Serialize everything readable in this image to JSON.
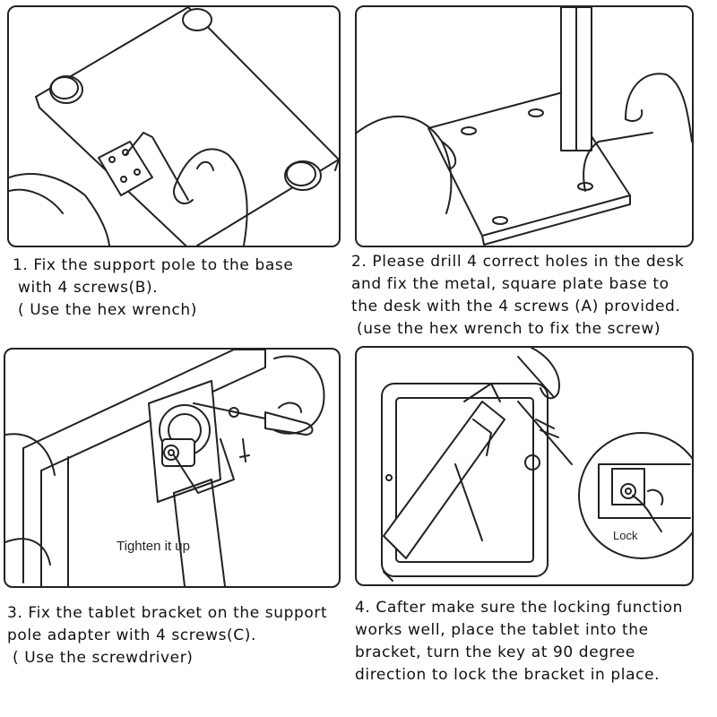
{
  "steps": [
    {
      "lines": [
        "1. Fix the support pole to the base",
        " with 4 screws(B).",
        " ( Use the hex wrench)"
      ]
    },
    {
      "lines": [
        "2. Please drill 4 correct holes in the desk",
        "and fix the metal, square plate base to",
        "the desk with the 4 screws (A) provided.",
        " (use the hex wrench to fix the screw)"
      ]
    },
    {
      "lines": [
        "3. Fix the tablet bracket on the support",
        "pole adapter with 4 screws(C).",
        " ( Use the screwdriver)"
      ],
      "illustration_label": "Tighten it up"
    },
    {
      "lines": [
        "4. Cafter make sure the locking function",
        "works well, place the tablet into the",
        "bracket, turn the key at 90 degree",
        "direction to lock the bracket in place."
      ],
      "illustration_label": "Lock"
    }
  ]
}
